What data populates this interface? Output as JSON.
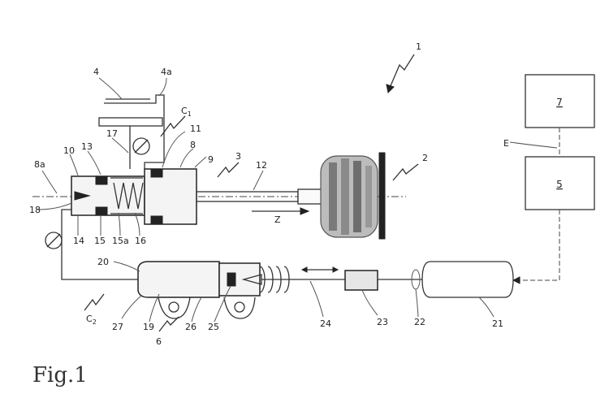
{
  "figure": {
    "caption": "Fig.1"
  },
  "blocks": {
    "block_7": "7",
    "block_5": "5"
  },
  "labels": {
    "l1": "1",
    "l2": "2",
    "l3": "3",
    "l4": "4",
    "l4a": "4a",
    "l6": "6",
    "l8": "8",
    "l8a": "8a",
    "l9": "9",
    "l10": "10",
    "l11": "11",
    "l12": "12",
    "l13": "13",
    "l14": "14",
    "l15": "15",
    "l15a": "15a",
    "l16": "16",
    "l17": "17",
    "l18": "18",
    "l19": "19",
    "l20": "20",
    "l21": "21",
    "l22": "22",
    "l23": "23",
    "l24": "24",
    "l25": "25",
    "l26": "26",
    "l27": "27",
    "lC1": "C",
    "lC1sub": "1",
    "lC2": "C",
    "lC2sub": "2",
    "lE": "E",
    "lZ": "Z"
  },
  "colors": {
    "line": "#333333",
    "clutch_body": "#888888",
    "plate": "#111111"
  }
}
